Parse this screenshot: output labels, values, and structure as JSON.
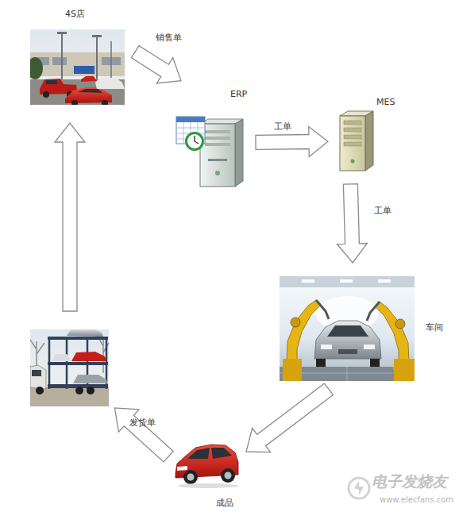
{
  "diagram": {
    "nodes": [
      {
        "text": [
          "4S店"
        ]
      },
      {
        "text": [
          "ERP"
        ]
      },
      {
        "text": [
          "MES"
        ]
      },
      {
        "text": [
          "车间"
        ]
      },
      {
        "text": [
          "成品"
        ]
      },
      {
        "text": []
      }
    ],
    "edges": [
      {
        "from": 0,
        "to": 1,
        "label": "销售单",
        "arrow": "to"
      },
      {
        "from": 1,
        "to": 2,
        "label": "工单",
        "arrow": "to"
      },
      {
        "from": 2,
        "to": 3,
        "label": "工单",
        "arrow": "to"
      },
      {
        "from": 3,
        "to": 4,
        "arrow": "to"
      },
      {
        "from": 4,
        "to": 5,
        "label": "发货单",
        "arrow": "to"
      },
      {
        "from": 5,
        "to": 0,
        "arrow": "to"
      }
    ],
    "labels": [
      "电子发烧友",
      "www.elecfans.com"
    ]
  }
}
